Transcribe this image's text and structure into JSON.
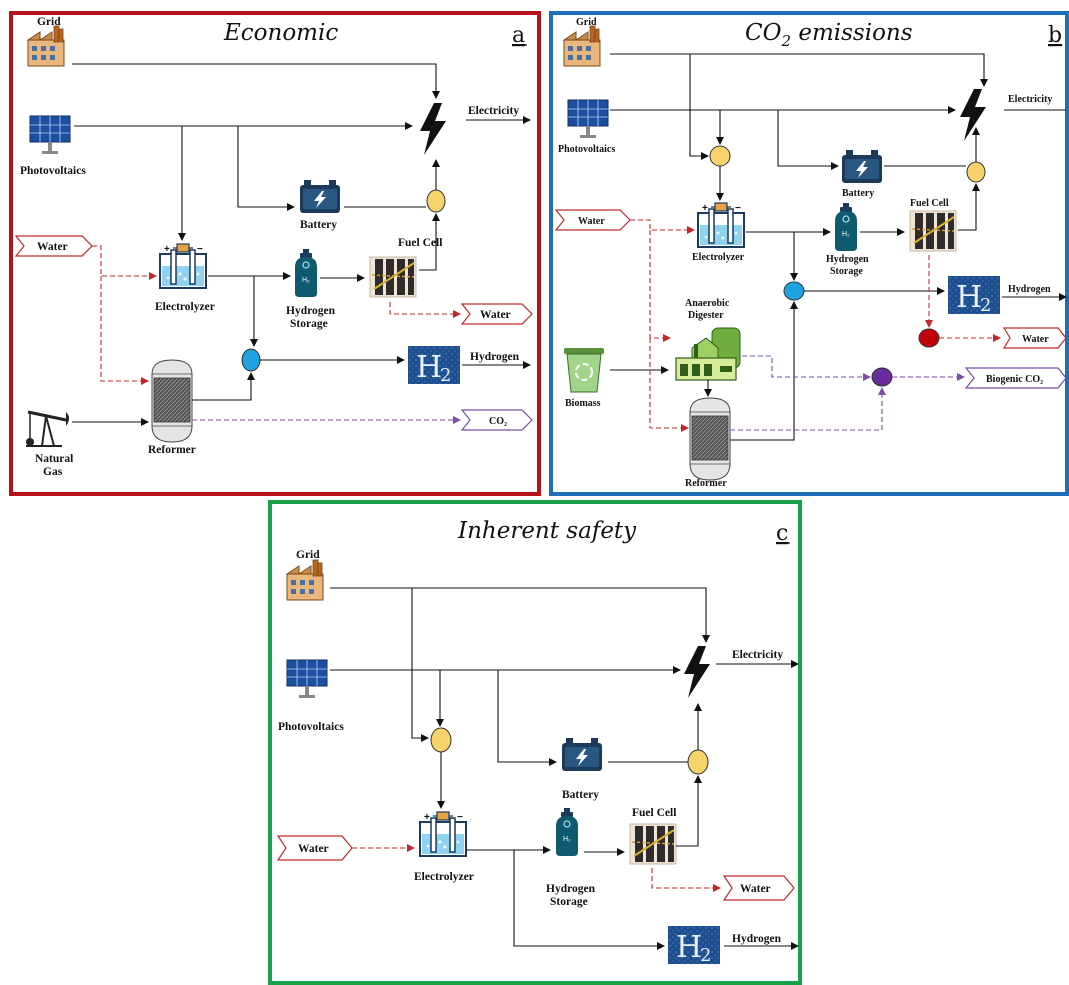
{
  "panels": {
    "a": {
      "title": "Economic",
      "letter": "a",
      "border_color": "#b5121b",
      "labels": {
        "grid": "Grid",
        "photovoltaics": "Photovoltaics",
        "water_in": "Water",
        "electrolyzer": "Electrolyzer",
        "hydrogen_storage_1": "Hydrogen",
        "hydrogen_storage_2": "Storage",
        "battery": "Battery",
        "fuel_cell": "Fuel Cell",
        "electricity": "Electricity",
        "water_out": "Water",
        "hydrogen": "Hydrogen",
        "co2": "CO₂",
        "natural_gas_1": "Natural",
        "natural_gas_2": "Gas",
        "reformer": "Reformer"
      }
    },
    "b": {
      "title_main": "CO",
      "title_sub": "2",
      "title_rest": " emissions",
      "letter": "b",
      "border_color": "#1f6fb8",
      "labels": {
        "grid": "Grid",
        "photovoltaics": "Photovoltaics",
        "water_in": "Water",
        "electrolyzer": "Electrolyzer",
        "hydrogen_storage_1": "Hydrogen",
        "hydrogen_storage_2": "Storage",
        "battery": "Battery",
        "fuel_cell": "Fuel Cell",
        "electricity": "Electricity",
        "hydrogen": "Hydrogen",
        "water_out": "Water",
        "anaerobic_1": "Anaerobic",
        "anaerobic_2": "Digester",
        "biomass": "Biomass",
        "biogenic_co2": "Biogenic CO₂",
        "reformer": "Reformer"
      }
    },
    "c": {
      "title": "Inherent safety",
      "letter": "c",
      "border_color": "#1aa24a",
      "labels": {
        "grid": "Grid",
        "photovoltaics": "Photovoltaics",
        "water_in": "Water",
        "electrolyzer": "Electrolyzer",
        "hydrogen_storage_1": "Hydrogen",
        "hydrogen_storage_2": "Storage",
        "battery": "Battery",
        "fuel_cell": "Fuel Cell",
        "electricity": "Electricity",
        "water_out": "Water",
        "hydrogen": "Hydrogen"
      }
    }
  },
  "symbols": {
    "h2_tile": "H₂",
    "h2_bottle": "H₂"
  },
  "colors": {
    "mixer_yellow": "#f7d46b",
    "mixer_blue": "#1fa3e0",
    "mixer_red": "#c0000b",
    "mixer_purple": "#6a2c9c",
    "battery": "#1b3a5c",
    "h2_tile": "#1d4e8f"
  },
  "icons": [
    "factory-icon",
    "solar-panel-icon",
    "lightning-icon",
    "battery-icon",
    "electrolyzer-icon",
    "hydrogen-tank-icon",
    "fuel-cell-icon",
    "h2-tile-icon",
    "oil-pump-icon",
    "reformer-icon",
    "digester-icon",
    "biomass-bin-icon"
  ]
}
